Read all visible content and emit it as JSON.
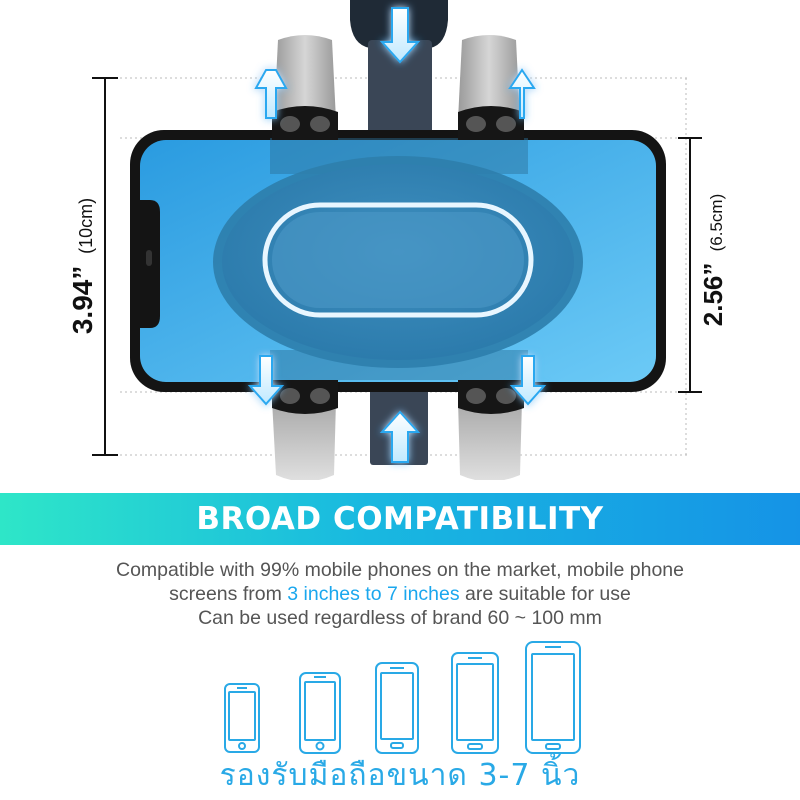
{
  "dimensions": {
    "height_main": "3.94”",
    "height_main_metric": "(10cm)",
    "height_min": "2.56”",
    "height_min_metric": "(6.5cm)"
  },
  "banner": {
    "title": "BROAD COMPATIBILITY"
  },
  "description": {
    "line1": "Compatible with 99% mobile phones on the market, mobile phone",
    "line2_before": "screens from ",
    "line2_highlight": "3 inches to 7 inches",
    "line2_after": " are suitable for use",
    "line3": "Can be used regardless of brand 60 ~ 100 mm"
  },
  "phone_sizes_caption": "รองรับมือถือขนาด 3-7 นิ้ว",
  "colors": {
    "accent_blue": "#1aa7ee",
    "banner_start": "#2ee6c8",
    "banner_end": "#1593e6",
    "thai_text": "#29a9e6"
  },
  "icons": [
    "up-arrow-icon",
    "down-arrow-icon",
    "phone-outline-icon"
  ]
}
